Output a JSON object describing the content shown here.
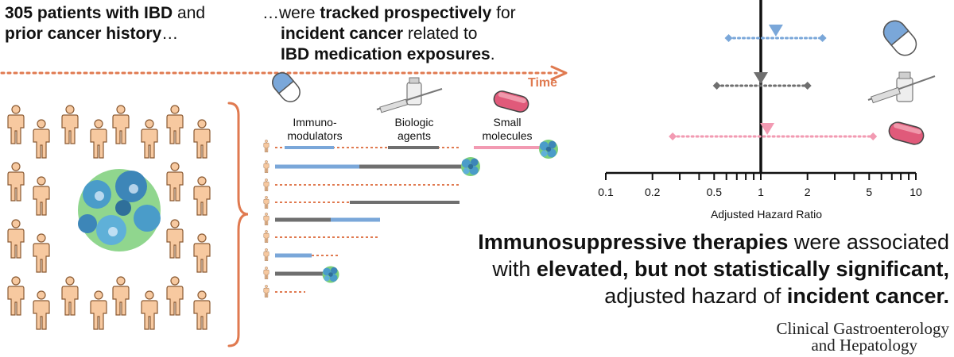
{
  "header_left": {
    "line1_bold": "305 patients with IBD",
    "line1_rest": " and",
    "line2_bold": "prior cancer history",
    "line2_rest": "…"
  },
  "header_middle": {
    "line1_pre": "…were ",
    "line1_bold": "tracked prospectively",
    "line1_rest": " for",
    "line2_bold": "incident cancer",
    "line2_rest": " related to",
    "line3_bold": "IBD medication exposures",
    "line3_rest": "."
  },
  "timeline": {
    "time_label": "Time",
    "drug_classes": {
      "immunomodulators": "Immuno-\nmodulators",
      "biologics": "Biologic\nagents",
      "small_molecules": "Small\nmolecules"
    }
  },
  "colors": {
    "arrow": "#e07a50",
    "person": "#f7c9a0",
    "person_stroke": "#8a5a33",
    "immunomodulator": "#7aa7d9",
    "biologic": "#6f6f6f",
    "small_molecule": "#f29ab2",
    "cancer_green": "#7ccf7a",
    "cancer_blue": "#4a9cc9"
  },
  "icons": [
    "capsule-icon",
    "syringe-vial-icon",
    "tablet-icon",
    "person-icon",
    "cancer-cell-icon"
  ],
  "chart_data": {
    "type": "forest",
    "xlabel": "Adjusted Hazard Ratio",
    "xscale": "log",
    "xlim": [
      0.1,
      10
    ],
    "xticks": [
      "0.1",
      "0.2",
      "0.5",
      "1",
      "2",
      "5",
      "10"
    ],
    "reference_line": 1,
    "rows": [
      {
        "drug_class_icon": "capsule-icon",
        "estimate": 1.25,
        "ci_low": 0.62,
        "ci_high": 2.5,
        "color": "#7aa7d9"
      },
      {
        "drug_class_icon": "syringe-vial-icon",
        "estimate": 1.0,
        "ci_low": 0.52,
        "ci_high": 2.0,
        "color": "#6f6f6f"
      },
      {
        "drug_class_icon": "tablet-icon",
        "estimate": 1.1,
        "ci_low": 0.27,
        "ci_high": 5.3,
        "color": "#f29ab2"
      }
    ]
  },
  "conclusion": {
    "line1_bold": "Immunosuppressive therapies",
    "line1_rest": " were associated",
    "line2_pre": "with ",
    "line2_bold": "elevated, but not statistically significant,",
    "line3_pre": "adjusted hazard of ",
    "line3_bold": "incident cancer."
  },
  "journal": {
    "line1": "Clinical Gastroenterology",
    "line2": "and Hepatology"
  }
}
